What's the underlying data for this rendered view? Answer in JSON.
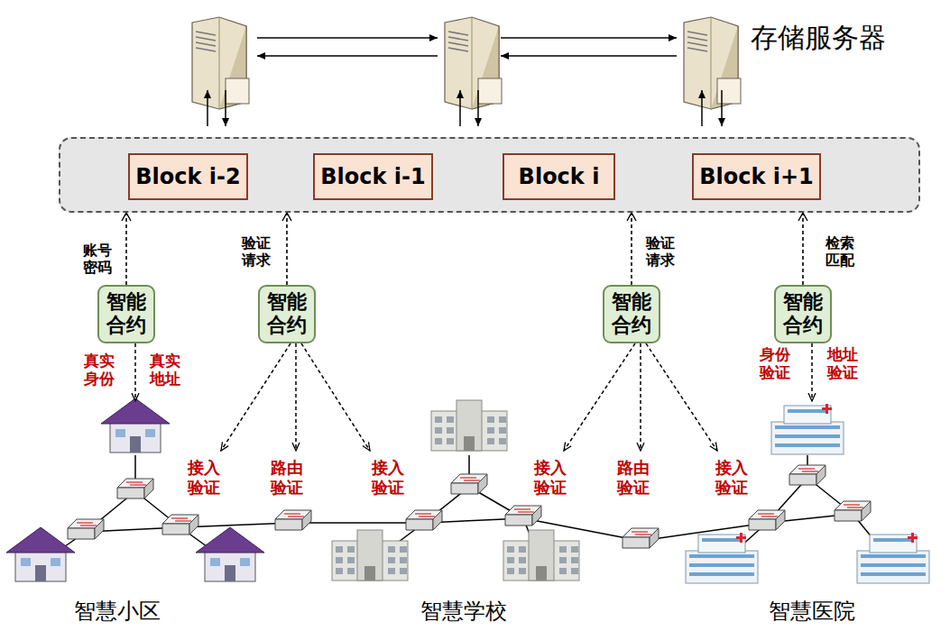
{
  "diagram": {
    "nodes": [
      {
        "text": []
      },
      {
        "text": [
          "Block i-2"
        ],
        "in": 0
      },
      {
        "text": [
          "Block i-1"
        ],
        "in": 0
      },
      {
        "text": [
          "Block i"
        ],
        "in": 0
      },
      {
        "text": [
          "Block i+1"
        ],
        "in": 0
      },
      {
        "text": [
          "智能合约"
        ]
      },
      {
        "text": [
          "智能合约"
        ]
      },
      {
        "text": [
          "智能合约"
        ]
      },
      {
        "text": [
          "智能合约"
        ]
      }
    ],
    "edges": [
      {
        "from": 2,
        "to": 1,
        "arrow": "to"
      },
      {
        "from": 3,
        "to": 2,
        "arrow": "to"
      },
      {
        "from": 4,
        "to": 3,
        "arrow": "to"
      },
      {
        "from": 5,
        "to": 0,
        "arrow": "to"
      },
      {
        "from": 6,
        "to": 0,
        "arrow": "to"
      },
      {
        "from": 7,
        "to": 0,
        "arrow": "to"
      },
      {
        "from": 8,
        "to": 0,
        "arrow": "to"
      }
    ],
    "labels": [
      "存储服务器",
      "账号密码",
      "真实身份",
      "真实地址",
      "验证请求",
      "验证请求",
      "检索匹配",
      "身份验证",
      "地址验证",
      "接入验证",
      "路由验证",
      "接入验证",
      "接入验证",
      "路由验证",
      "接入验证",
      "智慧小区",
      "智慧学校",
      "智慧医院"
    ]
  }
}
